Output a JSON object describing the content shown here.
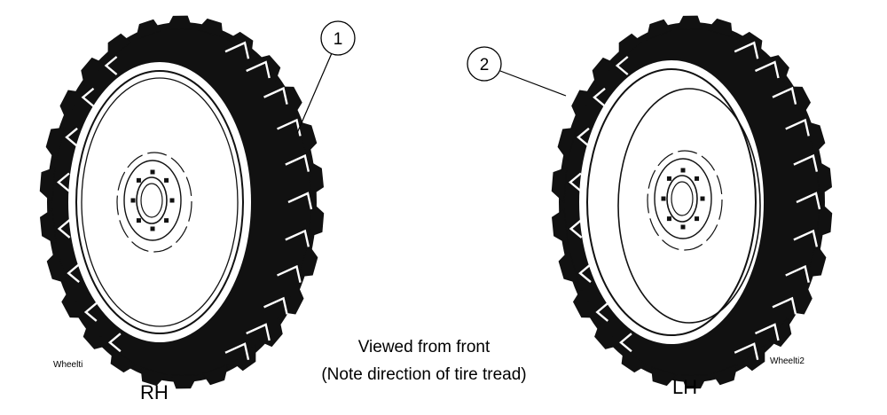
{
  "diagram": {
    "wheels": [
      {
        "side_label": "RH",
        "figure_id": "Wheelti",
        "callout": "1"
      },
      {
        "side_label": "LH",
        "figure_id": "Wheelti2",
        "callout": "2"
      }
    ],
    "caption": {
      "line1": "Viewed from front",
      "line2": "(Note direction of tire tread)"
    }
  }
}
